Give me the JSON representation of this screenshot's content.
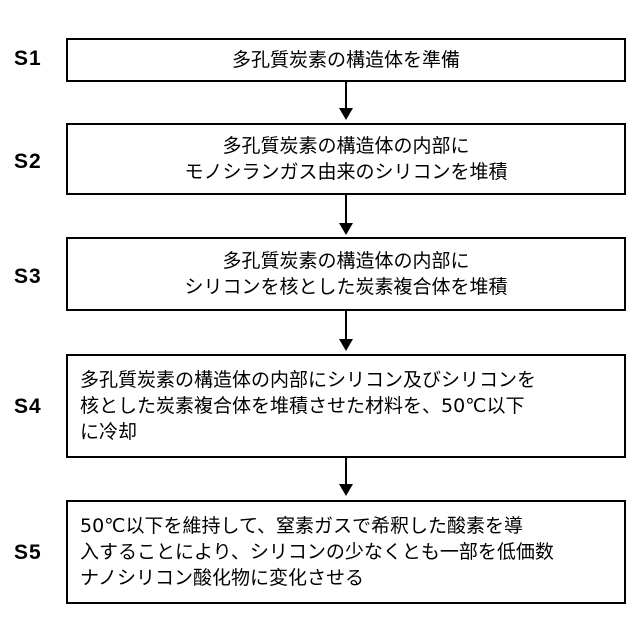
{
  "steps": [
    {
      "label": "S1",
      "lines": [
        "多孔質炭素の構造体を準備"
      ]
    },
    {
      "label": "S2",
      "lines": [
        "多孔質炭素の構造体の内部に",
        "モノシランガス由来のシリコンを堆積"
      ]
    },
    {
      "label": "S3",
      "lines": [
        "多孔質炭素の構造体の内部に",
        "シリコンを核とした炭素複合体を堆積"
      ]
    },
    {
      "label": "S4",
      "lines": [
        "多孔質炭素の構造体の内部にシリコン及びシリコンを",
        "核とした炭素複合体を堆積させた材料を、50℃以下",
        "に冷却"
      ]
    },
    {
      "label": "S5",
      "lines": [
        "50℃以下を維持して、窒素ガスで希釈した酸素を導",
        "入することにより、シリコンの少なくとも一部を低価数",
        "ナノシリコン酸化物に変化させる"
      ]
    }
  ]
}
